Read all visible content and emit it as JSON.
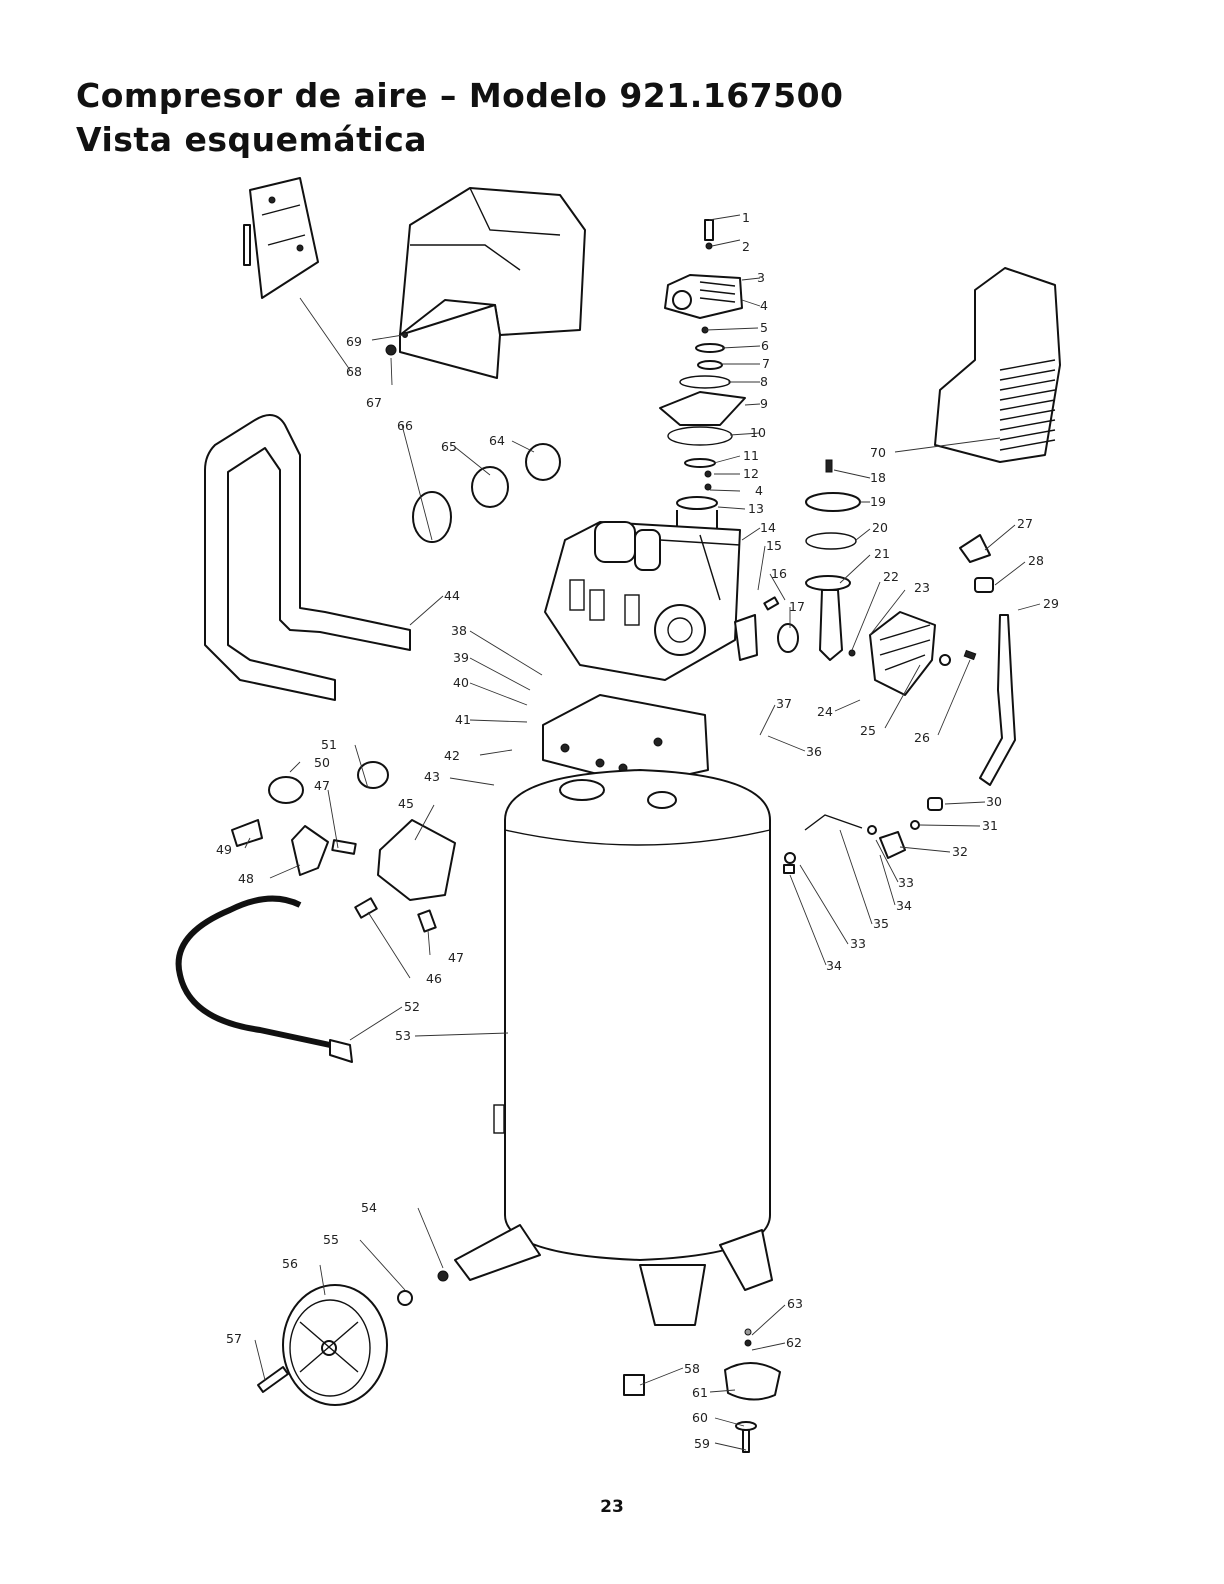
{
  "title": {
    "line1": "Compresor de aire – Modelo 921.167500",
    "line2": "Vista esquemática"
  },
  "page_number": "23",
  "callout_numbers": [
    "1",
    "2",
    "3",
    "4",
    "5",
    "6",
    "7",
    "8",
    "9",
    "10",
    "11",
    "12",
    "4",
    "13",
    "14",
    "15",
    "16",
    "17",
    "18",
    "19",
    "20",
    "21",
    "22",
    "23",
    "24",
    "25",
    "26",
    "27",
    "28",
    "29",
    "30",
    "31",
    "32",
    "33",
    "34",
    "35",
    "33",
    "34",
    "36",
    "37",
    "38",
    "39",
    "40",
    "41",
    "42",
    "43",
    "44",
    "45",
    "46",
    "47",
    "47",
    "48",
    "49",
    "50",
    "51",
    "52",
    "53",
    "54",
    "55",
    "56",
    "57",
    "58",
    "59",
    "60",
    "61",
    "62",
    "63",
    "64",
    "65",
    "66",
    "67",
    "68",
    "69",
    "70"
  ]
}
